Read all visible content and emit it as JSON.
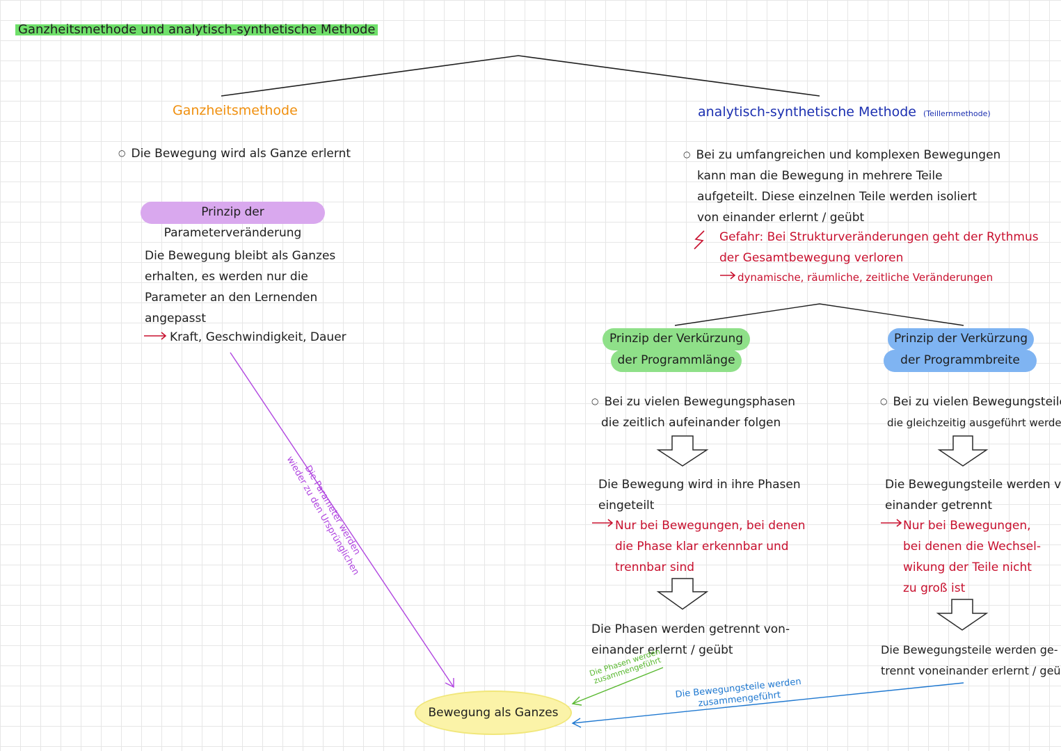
{
  "title": "Ganzheitsmethode und analytisch-synthetische Methode",
  "left": {
    "heading": "Ganzheitsmethode",
    "bullet": "Die Bewegung wird als Ganze erlernt",
    "principle": "Prinzip der Parameterveränderung",
    "desc": [
      "Die Bewegung bleibt als Ganzes",
      "erhalten, es werden nur die",
      "Parameter an den Lernenden",
      "angepasst"
    ],
    "arrow_text": "Kraft, Geschwindigkeit, Dauer",
    "diagonal_label": [
      "Die Parameter werden",
      "wieder zu den Ursprünglichen"
    ]
  },
  "right": {
    "heading": "analytisch-synthetische Methode",
    "heading_note": "(Teillernmethode)",
    "bullet": [
      "Bei zu umfangreichen und komplexen Bewegungen",
      "kann man die Bewegung in mehrere Teile",
      "aufgeteilt. Diese einzelnen Teile werden isoliert",
      "von einander erlernt / geübt"
    ],
    "danger": [
      "Gefahr: Bei Strukturveränderungen geht der Rythmus",
      "der Gesamtbewegung verloren"
    ],
    "danger_arrow": "dynamische, räumliche, zeitliche Veränderungen",
    "sub_left": {
      "principle": [
        "Prinzip der Verkürzung",
        "der Programmlänge"
      ],
      "bullet": [
        "Bei zu vielen Bewegungsphasen",
        "die zeitlich aufeinander folgen"
      ],
      "step1": [
        "Die Bewegung wird in ihre Phasen",
        "eingeteilt"
      ],
      "note": [
        "Nur bei Bewegungen, bei denen",
        "die Phase klar erkennbar und",
        "trennbar sind"
      ],
      "step2": [
        "Die Phasen werden getrennt von-",
        "einander erlernt / geübt"
      ],
      "join_label": [
        "Die Phasen werden",
        "zusammengeführt"
      ]
    },
    "sub_right": {
      "principle": [
        "Prinzip der Verkürzung",
        "der Programmbreite"
      ],
      "bullet": [
        "Bei zu vielen Bewegungsteilen",
        "die gleichzeitig ausgeführt werden"
      ],
      "step1": [
        "Die Bewegungsteile werden von",
        "einander getrennt"
      ],
      "note": [
        "Nur bei Bewegungen,",
        "bei denen die Wechsel-",
        "wikung der Teile nicht",
        "zu groß ist"
      ],
      "step2": [
        "Die Bewegungsteile werden ge-",
        "trennt voneinander erlernt / geübt"
      ],
      "join_label": [
        "Die Bewegungsteile werden",
        "zusammengeführt"
      ]
    }
  },
  "result": "Bewegung als Ganzes",
  "colors": {
    "title_highlight": "#6fe06a",
    "orange": "#f0900f",
    "blue_heading": "#1b2fb0",
    "red": "#c8102e",
    "purple": "#b045e0",
    "green_pill": "#8fe089",
    "blue_pill": "#7fb4f2",
    "ellipse": "#fbf3a8"
  }
}
